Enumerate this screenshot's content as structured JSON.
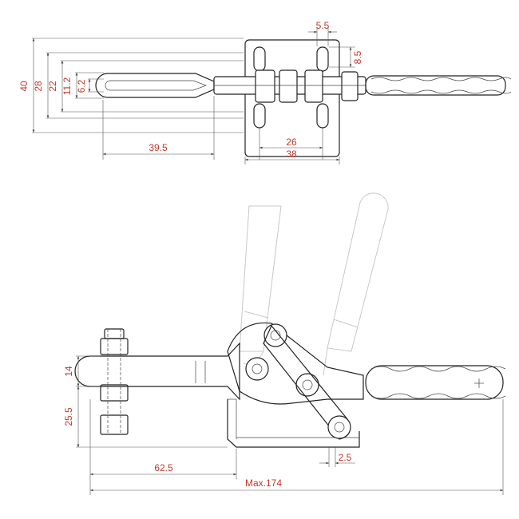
{
  "colors": {
    "line": "#222222",
    "dimension_text": "#c0392b",
    "ghost_line": "#c8c8c8"
  },
  "top_view": {
    "dims": {
      "d40": "40",
      "d28": "28",
      "d22": "22",
      "d11_2": "11.2",
      "d6_2": "6.2",
      "d39_5": "39.5",
      "d26": "26",
      "d38": "38",
      "d5_5": "5.5",
      "d8_5": "8.5"
    }
  },
  "side_view": {
    "dims": {
      "d14": "14",
      "d25_5": "25.5",
      "d62_5": "62.5",
      "d2_5": "2.5",
      "max174": "Max.174"
    }
  }
}
